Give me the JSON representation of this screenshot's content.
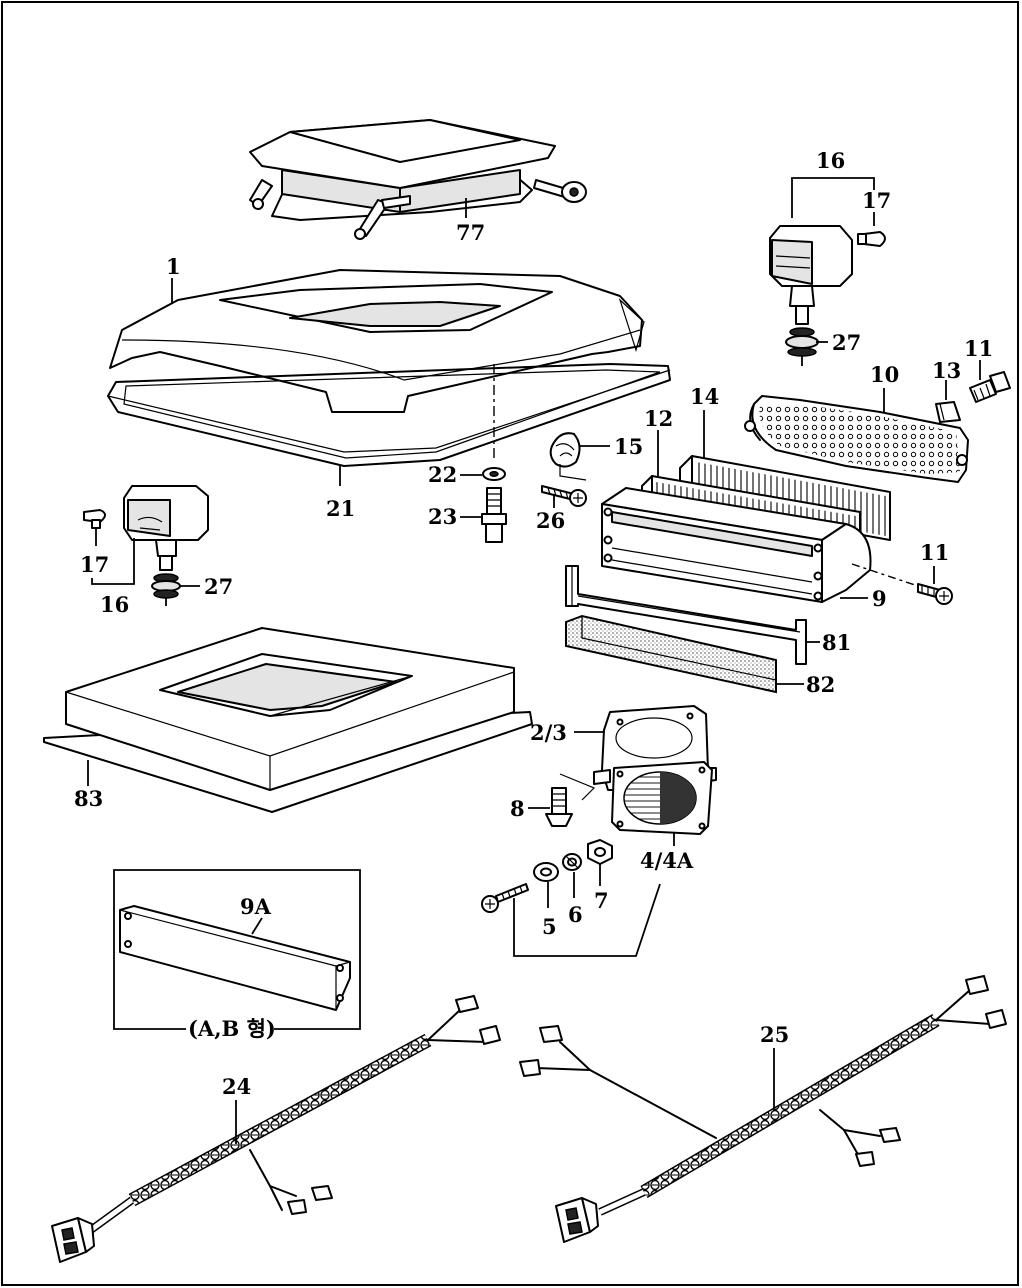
{
  "labels": {
    "p1": "1",
    "p2_3": "2/3",
    "p4_4a": "4/4A",
    "p5": "5",
    "p6": "6",
    "p7": "7",
    "p8": "8",
    "p9": "9",
    "p9a": "9A",
    "p9a_note": "(A,B 형)",
    "p10": "10",
    "p11_top": "11",
    "p11_bottom": "11",
    "p12": "12",
    "p13": "13",
    "p14": "14",
    "p15": "15",
    "p16_top": "16",
    "p16_left": "16",
    "p17_top": "17",
    "p17_left": "17",
    "p21": "21",
    "p22": "22",
    "p23": "23",
    "p24": "24",
    "p25": "25",
    "p26": "26",
    "p27_top": "27",
    "p27_left": "27",
    "p77": "77",
    "p81": "81",
    "p82": "82",
    "p83": "83"
  }
}
